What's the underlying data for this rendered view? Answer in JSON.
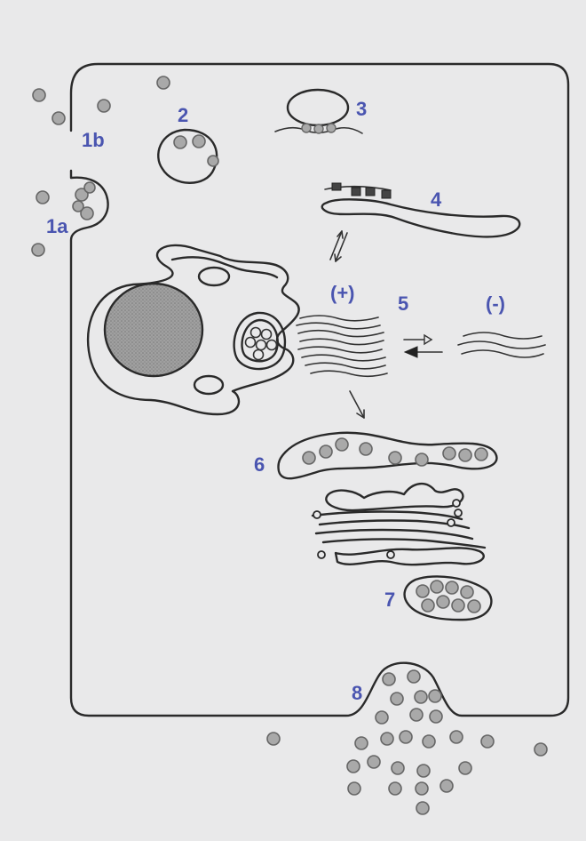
{
  "colors": {
    "background": "#e9e9ea",
    "line": "#2a2a2a",
    "label": "#4a55b0",
    "granule": "#a9a9a9",
    "nucleus": "#8f8f8f"
  },
  "labels": {
    "exo_a": "1a",
    "exo_b": "1b",
    "endosome": "2",
    "ribosome_free": "3",
    "rough_er": "4",
    "equilibrium": "5",
    "plus": "(+)",
    "minus": "(-)",
    "er_granules": "6",
    "storage_vesicle": "7",
    "exocytosis": "8"
  }
}
